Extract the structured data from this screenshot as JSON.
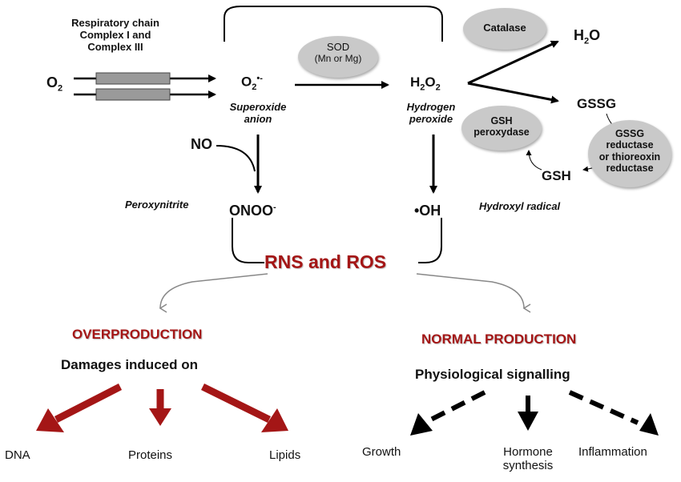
{
  "top": {
    "complex": [
      "Respiratory chain",
      "Complex I and",
      "Complex III"
    ],
    "o2": "O",
    "o2_sub": "2",
    "superoxide": {
      "symbol": "O",
      "sub": "2",
      "sup": "•-",
      "name": [
        "Superoxide",
        "anion"
      ]
    },
    "sod": [
      "SOD",
      "(Mn or Mg)"
    ],
    "h2o2": {
      "h": "H",
      "s1": "2",
      "o": "O",
      "s2": "2",
      "name": [
        "Hydrogen",
        "peroxide"
      ]
    },
    "catalase": "Catalase",
    "h2o": {
      "h": "H",
      "s": "2",
      "o": "O"
    },
    "gssg": "GSSG",
    "gsh_peroxydase": [
      "GSH",
      "peroxydase"
    ],
    "gssg_reductase": [
      "GSSG",
      "reductase",
      "or thioreoxin",
      "reductase"
    ],
    "gsh": "GSH",
    "no": "NO",
    "peroxynitrite": "Peroxynitrite",
    "onoo": "ONOO",
    "onoo_sup": "-",
    "oh": "•OH",
    "hydroxyl": "Hydroxyl radical"
  },
  "center": {
    "title": "RNS and ROS"
  },
  "left": {
    "heading": "OVERPRODUCTION",
    "subheading": "Damages induced on",
    "targets": [
      "DNA",
      "Proteins",
      "Lipids"
    ]
  },
  "right": {
    "heading": "NORMAL PRODUCTION",
    "subheading": "Physiological signalling",
    "targets": [
      "Growth",
      "Hormone",
      "synthesis",
      "Inflammation"
    ]
  },
  "colors": {
    "accent_red": "#a41616",
    "ellipse_gray": "#c9c9c9",
    "bar_gray": "#9a9a9a"
  }
}
